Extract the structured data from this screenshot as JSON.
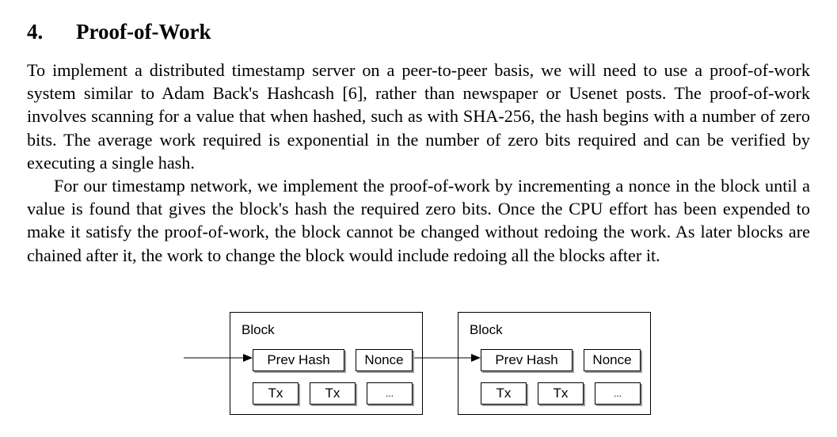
{
  "section": {
    "number": "4.",
    "title": "Proof-of-Work"
  },
  "paragraphs": [
    "To implement a distributed timestamp server on a peer-to-peer basis, we will need to use a proof-of-work system similar to Adam Back's Hashcash [6], rather than newspaper or Usenet posts. The proof-of-work involves scanning for a value that when hashed, such as with SHA-256, the hash begins with a number of zero bits. The average work required is exponential in the number of zero bits required and can be verified by executing a single hash.",
    "For our timestamp network, we implement the proof-of-work by incrementing a nonce in the block until a value is found that gives the block's hash the required zero bits. Once the CPU effort has been expended to make it satisfy the proof-of-work, the block cannot be changed without redoing the work. As later blocks are chained after it, the work to change the block would include redoing all the blocks after it."
  ],
  "diagram": {
    "blocks": [
      {
        "label": "Block",
        "prev_hash": "Prev Hash",
        "nonce": "Nonce",
        "tx1": "Tx",
        "tx2": "Tx",
        "more": "..."
      },
      {
        "label": "Block",
        "prev_hash": "Prev Hash",
        "nonce": "Nonce",
        "tx1": "Tx",
        "tx2": "Tx",
        "more": "..."
      }
    ]
  }
}
